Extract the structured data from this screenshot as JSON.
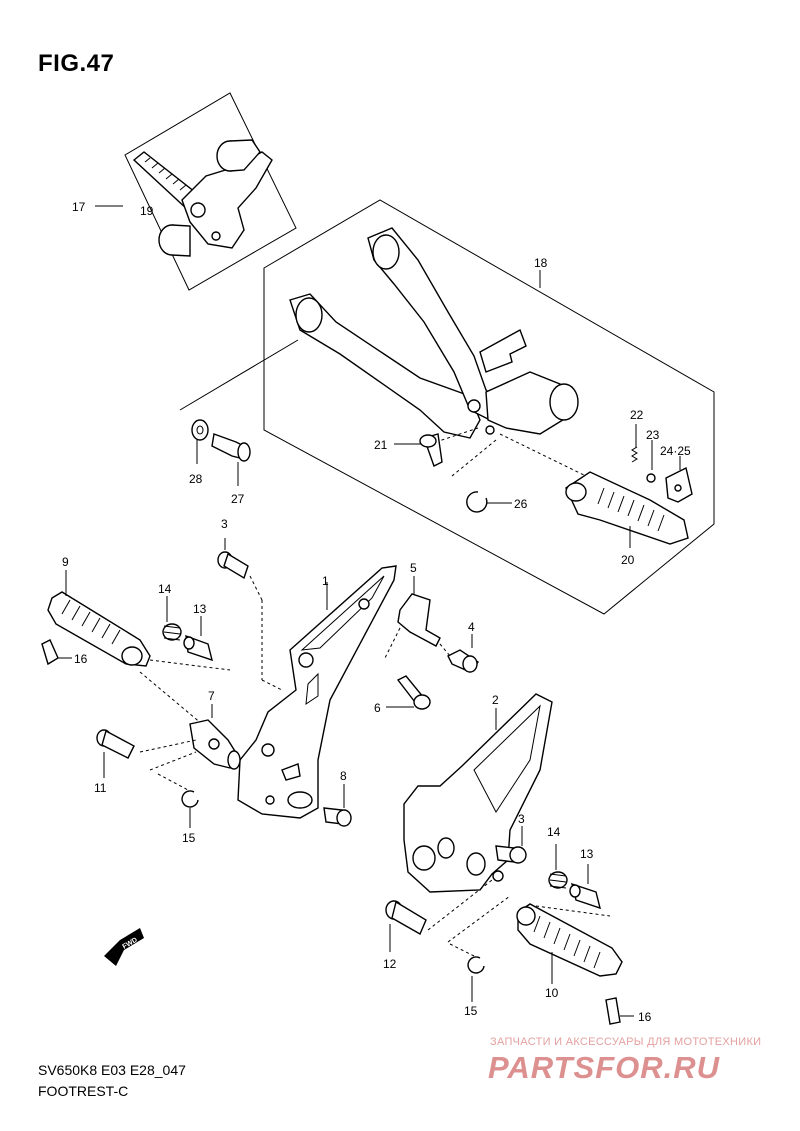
{
  "figure_title": "FIG.47",
  "model_code": "SV650K8 E03 E28_047",
  "section_name": "FOOTREST-C",
  "watermark": {
    "subtitle": "ЗАПЧАСТИ И АКСЕССУАРЫ ДЛЯ МОТОТЕХНИКИ",
    "brand": "PARTSFOR.RU"
  },
  "direction_arrow": "FWD",
  "callouts": {
    "c1": "1",
    "c2": "2",
    "c3a": "3",
    "c3b": "3",
    "c4": "4",
    "c5": "5",
    "c6": "6",
    "c7": "7",
    "c8": "8",
    "c9": "9",
    "c10": "10",
    "c11": "11",
    "c12": "12",
    "c13a": "13",
    "c13b": "13",
    "c14a": "14",
    "c14b": "14",
    "c15a": "15",
    "c15b": "15",
    "c16a": "16",
    "c16b": "16",
    "c17": "17",
    "c18": "18",
    "c19": "19",
    "c20": "20",
    "c21": "21",
    "c22": "22",
    "c23": "23",
    "c2425": "24·25",
    "c26": "26",
    "c27": "27",
    "c28": "28"
  }
}
